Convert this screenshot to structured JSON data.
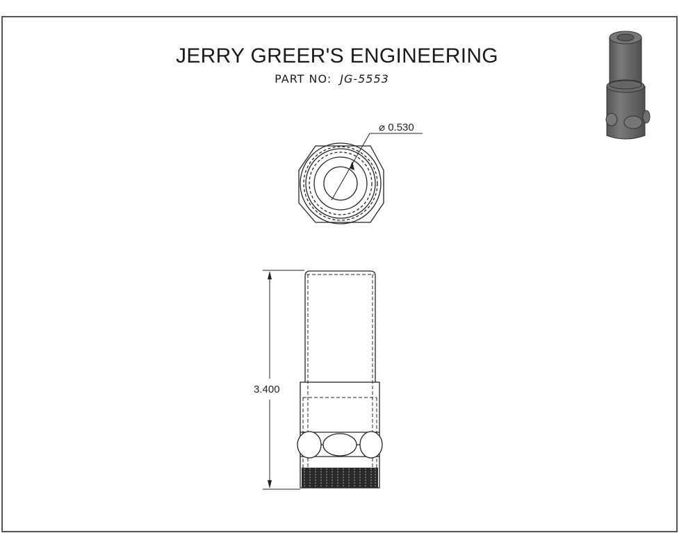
{
  "sheet": {
    "company_title": "JERRY GREER'S ENGINEERING",
    "part_label": "PART NO:",
    "part_number": "JG-5553"
  },
  "views": {
    "top_view": {
      "dimension_label": "⌀ 0.530",
      "dimension_symbol": "⌀",
      "dimension_value": "0.530"
    },
    "front_view": {
      "dimension_label": "3.400"
    },
    "isometric_view": {
      "description": "3D shaded isometric of cylindrical part with hex nut and threaded end",
      "shade_color": "#6b6b6b"
    }
  },
  "colors": {
    "line": "#222222",
    "frame": "#555555",
    "background": "#ffffff"
  }
}
